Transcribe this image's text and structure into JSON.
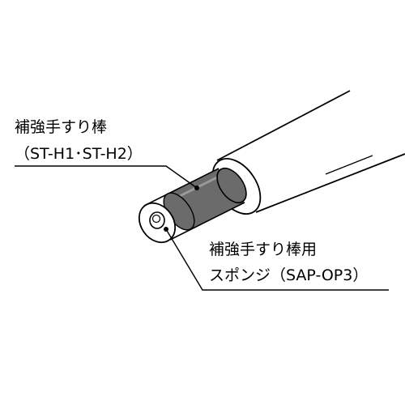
{
  "callouts": {
    "reinforcement_rod": {
      "name": "補強手すり棒",
      "model": "（ST-H1･ST-H2）"
    },
    "sponge": {
      "name": "補強手すり棒用",
      "model": "スポンジ（SAP-OP3）"
    }
  },
  "colors": {
    "outline": "#000000",
    "rod_fill": "#6b6b6b",
    "rod_highlight": "#9a9a9a",
    "sponge_fill": "#ffffff",
    "background": "#ffffff"
  }
}
